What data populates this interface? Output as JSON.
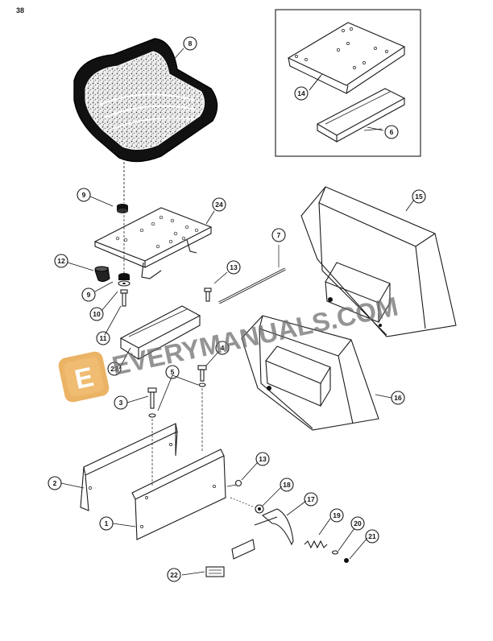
{
  "page_number": "38",
  "callouts": [
    {
      "id": "c8",
      "label": "8"
    },
    {
      "id": "c14",
      "label": "14"
    },
    {
      "id": "c6",
      "label": "6"
    },
    {
      "id": "c9a",
      "label": "9"
    },
    {
      "id": "c24",
      "label": "24"
    },
    {
      "id": "c15",
      "label": "15"
    },
    {
      "id": "c7",
      "label": "7"
    },
    {
      "id": "c12",
      "label": "12"
    },
    {
      "id": "c13a",
      "label": "13"
    },
    {
      "id": "c9b",
      "label": "9"
    },
    {
      "id": "c10",
      "label": "10"
    },
    {
      "id": "c11",
      "label": "11"
    },
    {
      "id": "c23",
      "label": "23"
    },
    {
      "id": "c4",
      "label": "4"
    },
    {
      "id": "c5",
      "label": "5"
    },
    {
      "id": "c3",
      "label": "3"
    },
    {
      "id": "c16",
      "label": "16"
    },
    {
      "id": "c2",
      "label": "2"
    },
    {
      "id": "c13b",
      "label": "13"
    },
    {
      "id": "c18",
      "label": "18"
    },
    {
      "id": "c17",
      "label": "17"
    },
    {
      "id": "c1",
      "label": "1"
    },
    {
      "id": "c19",
      "label": "19"
    },
    {
      "id": "c20",
      "label": "20"
    },
    {
      "id": "c21",
      "label": "21"
    },
    {
      "id": "c22",
      "label": "22"
    }
  ],
  "watermark": {
    "text": "EVERYMANUALS.COM",
    "logo_letter": "E",
    "logo_color": "#e7a64a",
    "logo_color_dark": "#b8782a"
  }
}
